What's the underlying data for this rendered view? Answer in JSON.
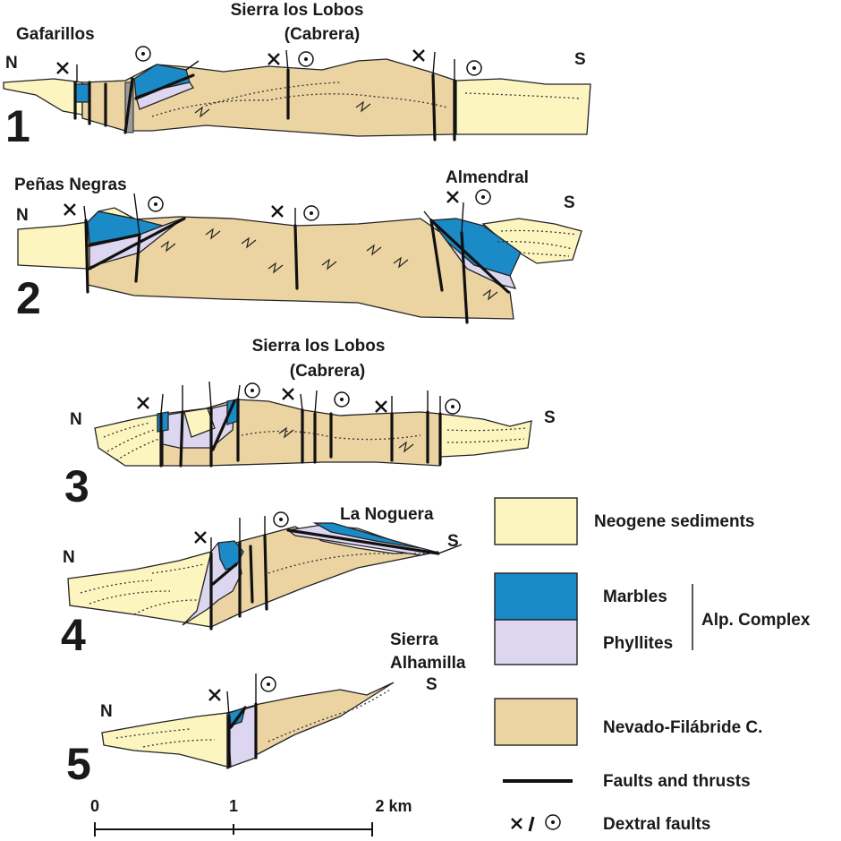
{
  "sections": [
    {
      "number": "1",
      "north": "N",
      "south": "S",
      "places": [
        "Gafarillos",
        "Sierra los Lobos",
        "(Cabrera)"
      ]
    },
    {
      "number": "2",
      "north": "N",
      "south": "S",
      "places": [
        "Peñas Negras",
        "Almendral"
      ]
    },
    {
      "number": "3",
      "north": "N",
      "south": "S",
      "places": [
        "Sierra los Lobos",
        "(Cabrera)"
      ]
    },
    {
      "number": "4",
      "north": "N",
      "south": "S",
      "places": [
        "La Noguera"
      ]
    },
    {
      "number": "5",
      "north": "N",
      "south": "S",
      "places": [
        "Sierra",
        "Alhamilla"
      ]
    }
  ],
  "legend": {
    "neogene": "Neogene sediments",
    "marbles": "Marbles",
    "phyllites": "Phyllites",
    "alp_complex": "Alp. Complex",
    "nevado": "Nevado-Filábride C.",
    "faults": "Faults and thrusts",
    "dextral": "Dextral faults"
  },
  "scale_bar": {
    "labels": [
      "0",
      "1",
      "2 km"
    ]
  },
  "colors": {
    "neogene": "#fdf5bf",
    "marbles": "#1a8bc7",
    "phyllites": "#dcd6f0",
    "nevado": "#ebd3a2",
    "fault": "#111111"
  },
  "symbols": {
    "into_page": "x-cross-icon",
    "out_of_page": "circle-dot-icon"
  }
}
